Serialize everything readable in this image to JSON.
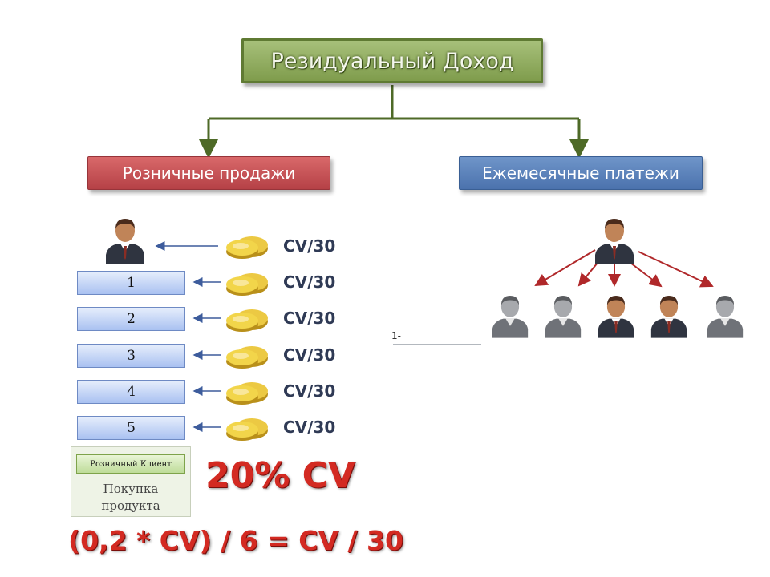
{
  "title": "Резидуальный Доход",
  "branches": {
    "retail": "Розничные продажи",
    "monthly": "Ежемесячные платежи"
  },
  "levels": [
    "1",
    "2",
    "3",
    "4",
    "5"
  ],
  "cv_label": "CV/30",
  "client": {
    "label": "Розничный Клиент",
    "caption_line1": "Покупка",
    "caption_line2": "продукта"
  },
  "percent": "20% CV",
  "formula": "(0,2 * CV) / 6 = CV / 30",
  "note": "1-",
  "colors": {
    "title_green": "#8aa657",
    "retail_red": "#c14f53",
    "monthly_blue": "#5a80b8",
    "formula_red": "#d32a22",
    "arrow_red": "#b0282a",
    "arrow_blue": "#3d5c9c"
  }
}
